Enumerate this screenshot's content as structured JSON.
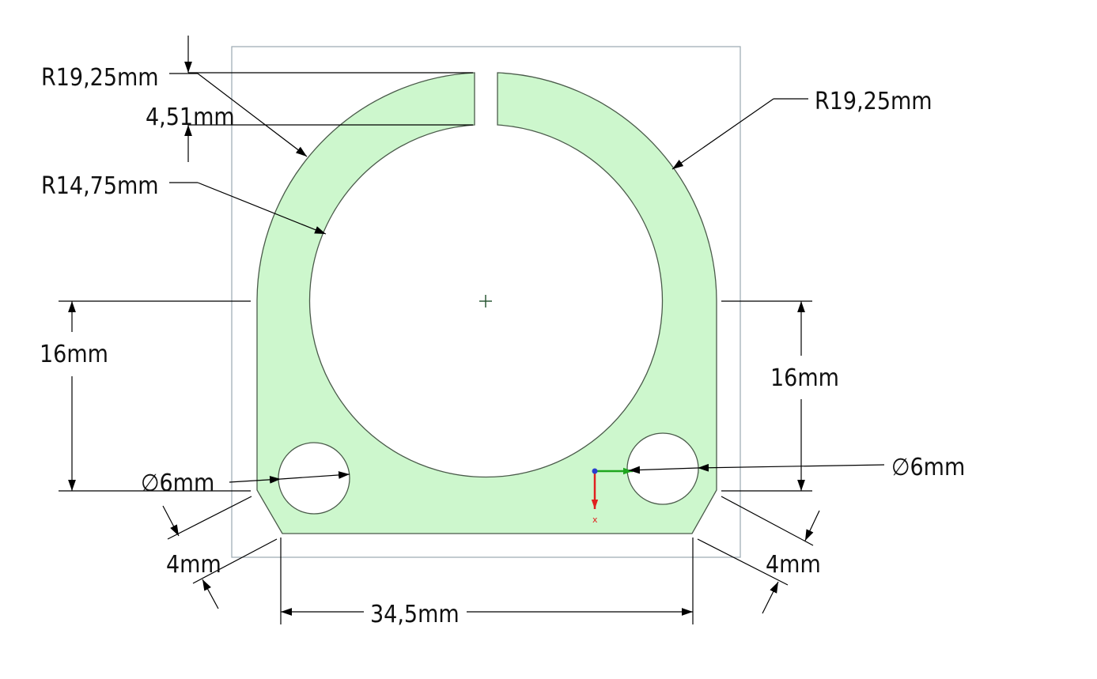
{
  "dimensions": {
    "outer_radius_left": "R19,25mm",
    "outer_radius_right": "R19,25mm",
    "slot_depth": "4,51mm",
    "inner_radius": "R14,75mm",
    "height_left": "16mm",
    "height_right": "16mm",
    "hole_left_diameter": "∅6mm",
    "hole_right_diameter": "∅6mm",
    "chamfer_left": "4mm",
    "chamfer_right": "4mm",
    "bottom_width": "34,5mm"
  },
  "axis_triad": {
    "x_label": "x",
    "x_color": "#e02020",
    "y_color": "#1fa51f",
    "origin_color": "#2a3fd0"
  },
  "colors": {
    "part_fill": "#cdf7cd",
    "part_stroke": "#4a5a4a",
    "frame": "#9aa8b0"
  }
}
